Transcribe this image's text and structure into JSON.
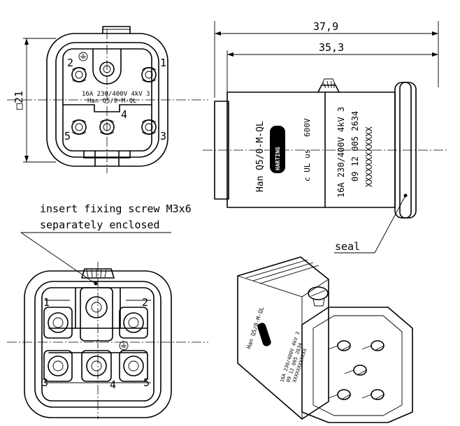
{
  "dimensions": {
    "overall_length": "37,9",
    "body_length": "35,3",
    "square_size": "□21"
  },
  "front_view": {
    "rating": "16A 230/400V 4kV 3",
    "type": "Han Q5/0-M-QL",
    "contacts": [
      "1",
      "2",
      "3",
      "4",
      "5"
    ]
  },
  "side_view": {
    "type": "Han Q5/0-M-QL",
    "logo": "HARTING",
    "cert": "c UL us",
    "voltage": "600V",
    "rating": "16A 230/400V 4kV 3",
    "part_number": "09 12 005 2634",
    "serial": "XXXXXXXXXXXX"
  },
  "rear_view": {
    "contacts": [
      "1",
      "2",
      "3",
      "4",
      "5"
    ]
  },
  "annotations": {
    "screw_line1": "insert fixing screw M3x6",
    "screw_line2": "separately enclosed",
    "seal": "seal"
  }
}
